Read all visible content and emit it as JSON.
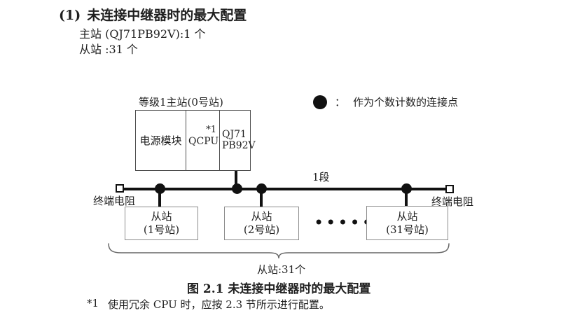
{
  "colors": {
    "ink": "#1f1f1f",
    "bus_black": "#111111",
    "master_box_border": "#4d4d4d",
    "slave_box_border": "#8c8c8c",
    "brace_gray": "#666666",
    "background": "#ffffff"
  },
  "intro": {
    "heading_number": "(1)",
    "heading_title": "未连接中继器时的最大配置",
    "master_count": "主站 (QJ71PB92V):1 个",
    "slave_count": "从站 :31 个"
  },
  "diagram": {
    "master_label": "等级1主站(0号站)",
    "master_modules": [
      {
        "label": "电源模块"
      },
      {
        "label": "QCPU",
        "note": "*1"
      },
      {
        "line1": "QJ71",
        "line2": "PB92V"
      }
    ],
    "legend": {
      "colon": "：",
      "text": "作为个数计数的连接点"
    },
    "segment_label": "1段",
    "terminator_left": "终端电阻",
    "terminator_right": "终端电阻",
    "slaves": [
      {
        "title": "从站",
        "station": "(1号站)"
      },
      {
        "title": "从站",
        "station": "(2号站)"
      },
      {
        "title": "从站",
        "station": "(31号站)"
      }
    ],
    "ellipsis": "••••••",
    "brace_label": "从站:31个"
  },
  "caption": "图 2.1 未连接中继器时的最大配置",
  "footnote": {
    "marker": "*1",
    "text": "使用冗余 CPU 时，应按 2.3 节所示进行配置。"
  }
}
